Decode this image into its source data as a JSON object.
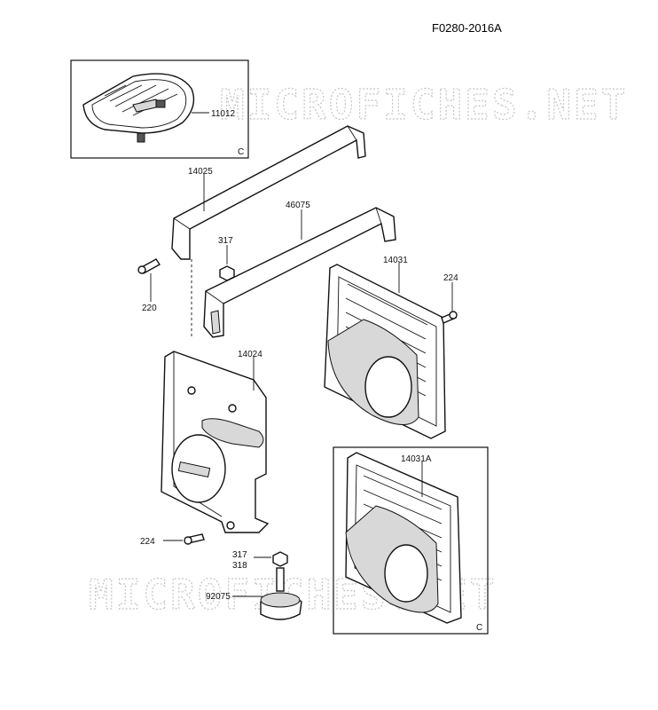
{
  "diagram_code": "F0280-2016A",
  "watermark": "MICROFICHES.NET",
  "parts": {
    "p11012": "11012",
    "p14025": "14025",
    "p46075": "46075",
    "p317_top": "317",
    "p220": "220",
    "p14031": "14031",
    "p224_right": "224",
    "p14024": "14024",
    "p14031A": "14031A",
    "p224_left": "224",
    "p317_bottom": "317",
    "p318": "318",
    "p92075": "92075"
  },
  "box_markers": {
    "top_box": "C",
    "bottom_box": "C"
  }
}
